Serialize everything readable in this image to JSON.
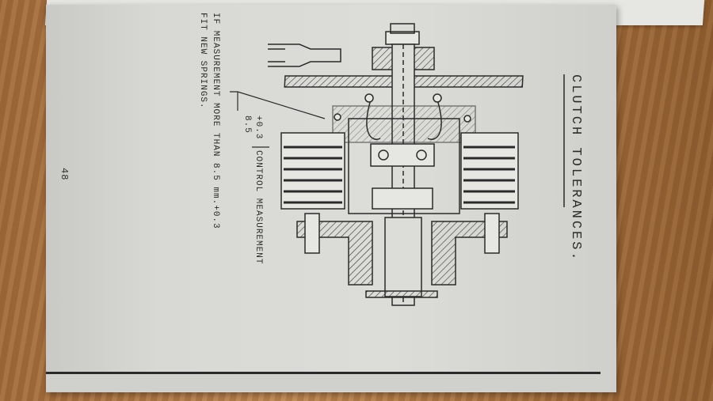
{
  "page": {
    "title": "CLUTCH TOLERANCES.",
    "note_line1": "IF MEASUREMENT MORE THAN 8.5 mm.+0.3",
    "note_line2": "FIT NEW SPRINGS.",
    "dimension_top": "+0.3",
    "dimension_bottom": "8.5",
    "control_label": "CONTROL MEASUREMENT",
    "page_number": "48"
  }
}
